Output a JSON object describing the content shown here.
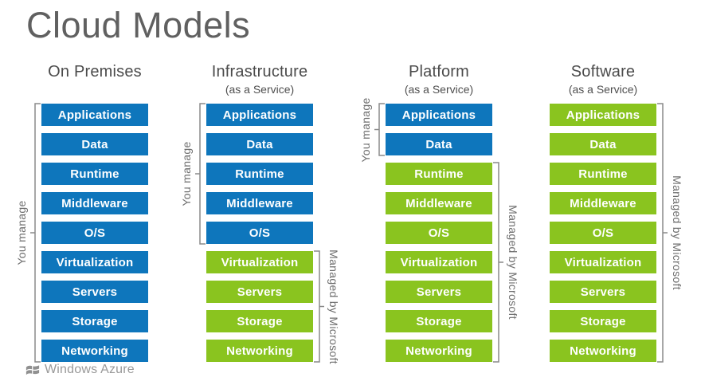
{
  "title": "Cloud Models",
  "labels": {
    "you_manage": "You manage",
    "managed_by": "Managed by Microsoft"
  },
  "colors": {
    "you_manage_box": "#0e76bc",
    "vendor_box": "#8ac41f",
    "bracket": "#8a8a8a"
  },
  "layers": [
    "Applications",
    "Data",
    "Runtime",
    "Middleware",
    "O/S",
    "Virtualization",
    "Servers",
    "Storage",
    "Networking"
  ],
  "columns": [
    {
      "id": "on-premises",
      "title": "On Premises",
      "subtitle": "",
      "you_manage_count": 9,
      "left_bracket_label": "You manage",
      "right_bracket_label": ""
    },
    {
      "id": "infrastructure",
      "title": "Infrastructure",
      "subtitle": "(as a Service)",
      "you_manage_count": 5,
      "left_bracket_label": "You manage",
      "right_bracket_label": "Managed by Microsoft"
    },
    {
      "id": "platform",
      "title": "Platform",
      "subtitle": "(as a Service)",
      "you_manage_count": 2,
      "left_bracket_label": "You manage",
      "right_bracket_label": "Managed by Microsoft"
    },
    {
      "id": "software",
      "title": "Software",
      "subtitle": "(as a Service)",
      "you_manage_count": 0,
      "left_bracket_label": "",
      "right_bracket_label": "Managed by Microsoft"
    }
  ],
  "footer": {
    "logo_text": "Windows Azure"
  }
}
